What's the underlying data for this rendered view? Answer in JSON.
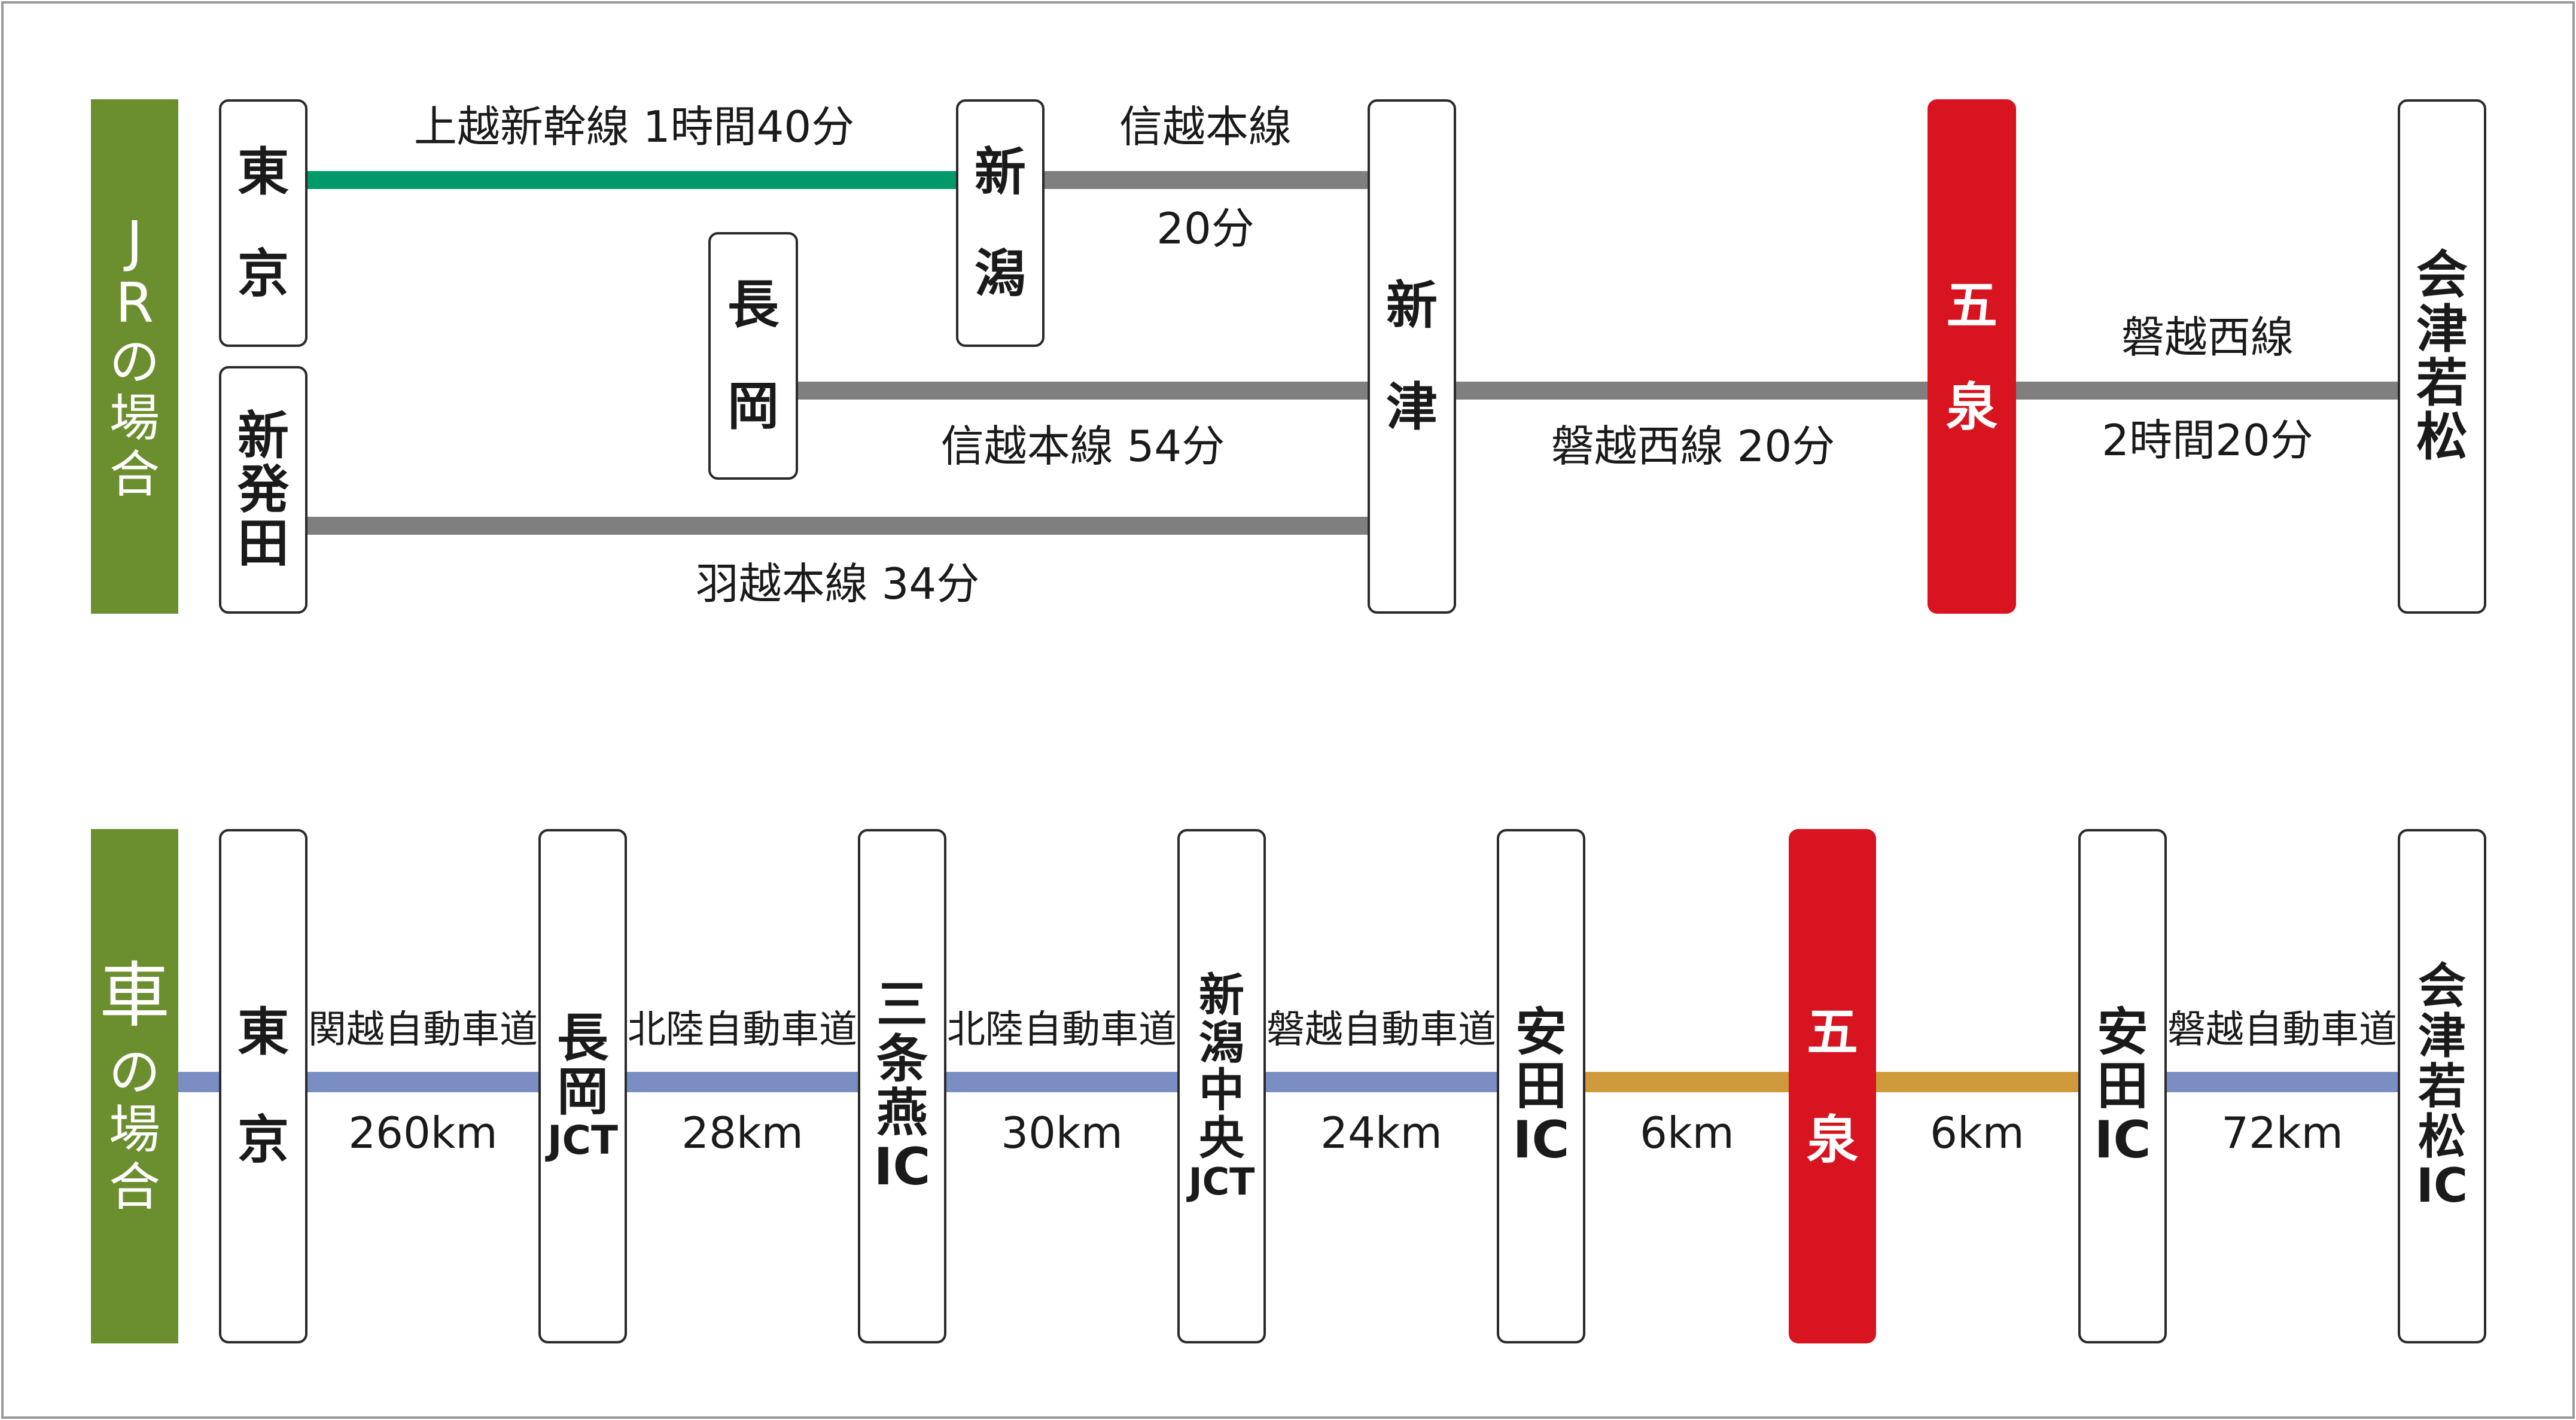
{
  "colors": {
    "caption_bg": "#6b8e2f",
    "highlight": "#d7141f",
    "shinkansen": "#009a6a",
    "rail": "#7f7f7f",
    "expressway": "#7b8ec3",
    "local_road": "#cf9a3c"
  },
  "jr": {
    "caption": [
      "J",
      "R",
      "の",
      "場",
      "合"
    ],
    "stations": {
      "tokyo": [
        "東",
        "京"
      ],
      "shibata": [
        "新",
        "発",
        "田"
      ],
      "nagaoka": [
        "長",
        "岡"
      ],
      "niigata": [
        "新",
        "潟"
      ],
      "niitsu": [
        "新",
        "津"
      ],
      "gosen": [
        "五",
        "泉"
      ],
      "aizuwakamatsu": [
        "会",
        "津",
        "若",
        "松"
      ]
    },
    "labels": {
      "joetsu_shinkansen": "上越新幹線  1時間40分",
      "shinetsu_niigata_line": "信越本線",
      "shinetsu_niigata_time": "20分",
      "shinetsu_nagaoka": "信越本線  54分",
      "uetsu": "羽越本線  34分",
      "banetsu_gosen": "磐越西線  20分",
      "banetsu_aizu_line": "磐越西線",
      "banetsu_aizu_time": "2時間20分"
    }
  },
  "car": {
    "caption": [
      "車",
      "の",
      "場",
      "合"
    ],
    "stops": [
      {
        "id": "tokyo",
        "chars": [
          "東",
          "京"
        ],
        "sub": ""
      },
      {
        "id": "nagaoka-jct",
        "chars": [
          "長",
          "岡"
        ],
        "sub": "JCT"
      },
      {
        "id": "sanjo-tsubame-ic",
        "chars": [
          "三",
          "条",
          "燕"
        ],
        "sub": "IC"
      },
      {
        "id": "niigata-chuo-jct",
        "chars": [
          "新",
          "潟",
          "中",
          "央"
        ],
        "sub": "JCT"
      },
      {
        "id": "yasuda-ic-1",
        "chars": [
          "安",
          "田"
        ],
        "sub": "IC"
      },
      {
        "id": "gosen",
        "chars": [
          "五",
          "泉"
        ],
        "sub": ""
      },
      {
        "id": "yasuda-ic-2",
        "chars": [
          "安",
          "田"
        ],
        "sub": "IC"
      },
      {
        "id": "aizuwakamatsu-ic",
        "chars": [
          "会",
          "津",
          "若",
          "松"
        ],
        "sub": "IC"
      }
    ],
    "segments": [
      {
        "road": "関越自動車道",
        "dist": "260km",
        "type": "expressway"
      },
      {
        "road": "北陸自動車道",
        "dist": "28km",
        "type": "expressway"
      },
      {
        "road": "北陸自動車道",
        "dist": "30km",
        "type": "expressway"
      },
      {
        "road": "磐越自動車道",
        "dist": "24km",
        "type": "expressway"
      },
      {
        "road": "",
        "dist": "6km",
        "type": "local_road"
      },
      {
        "road": "",
        "dist": "6km",
        "type": "local_road"
      },
      {
        "road": "磐越自動車道",
        "dist": "72km",
        "type": "expressway"
      }
    ]
  }
}
